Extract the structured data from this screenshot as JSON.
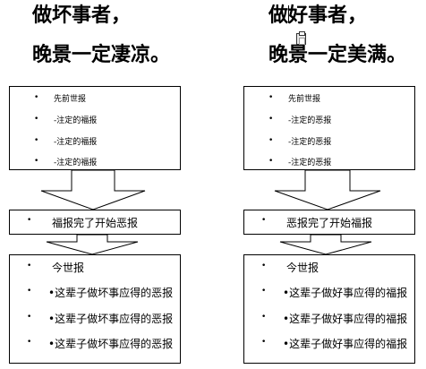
{
  "left": {
    "title_line1": "做坏事者，",
    "title_line2": "晚景一定凄凉。",
    "top_items": [
      "先前世报",
      "-注定的福报",
      "-注定的福报",
      "-注定的福报"
    ],
    "middle": "福报完了开始恶报",
    "bottom_items": [
      "今世报",
      "•这辈子做坏事应得的恶报",
      "•这辈子做坏事应得的恶报",
      "•这辈子做坏事应得的恶报"
    ]
  },
  "right": {
    "title_line1": "做好事者，",
    "title_line2": "晚景一定美满。",
    "top_items": [
      "先前世报",
      "-注定的恶报",
      "-注定的恶报",
      "-注定的恶报"
    ],
    "middle": "恶报完了开始福报",
    "bottom_items": [
      "今世报",
      "•这辈子做好事应得的福报",
      "•这辈子做好事应得的福报",
      "•这辈子做好事应得的福报"
    ]
  },
  "bullet_glyph": "•"
}
